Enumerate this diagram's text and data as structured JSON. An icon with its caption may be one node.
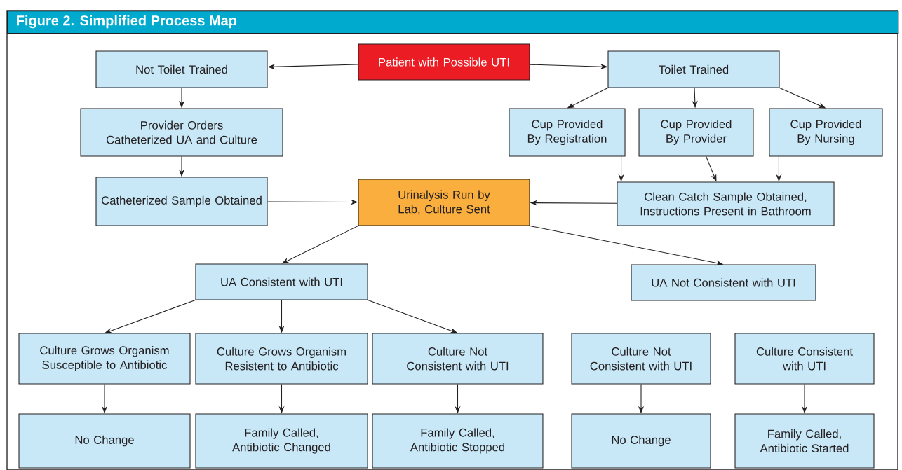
{
  "diagram": {
    "title": "Figure 2. Simplified Process Map",
    "nodes": [
      {
        "text": [
          "Patient with Possible UTI"
        ]
      },
      {
        "text": [
          "Not Toilet Trained"
        ]
      },
      {
        "text": [
          "Toilet Trained"
        ]
      },
      {
        "text": [
          "Provider Orders Catheterized UA and Culture"
        ]
      },
      {
        "text": [
          "Cup Provided By Registration"
        ]
      },
      {
        "text": [
          "Cup Provided By Provider"
        ]
      },
      {
        "text": [
          "Cup Provided By Nursing"
        ]
      },
      {
        "text": [
          "Catheterized Sample Obtained"
        ]
      },
      {
        "text": [
          "Urinalysis Run by Lab, Culture Sent"
        ]
      },
      {
        "text": [
          "Clean Catch Sample Obtained, Instructions Present in Bathroom"
        ]
      },
      {
        "text": [
          "UA Consistent with UTI"
        ]
      },
      {
        "text": [
          "UA Not Consistent with UTI"
        ]
      },
      {
        "text": [
          "Culture Grows Organism Susceptible to Antibiotic"
        ]
      },
      {
        "text": [
          "Culture Grows Organism Resistent to Antibiotic"
        ]
      },
      {
        "text": [
          "Culture Not Consistent with UTI"
        ]
      },
      {
        "text": [
          "Culture Not Consistent with UTI"
        ]
      },
      {
        "text": [
          "Culture Consistent with UTI"
        ]
      },
      {
        "text": [
          "No Change"
        ]
      },
      {
        "text": [
          "Family Called, Antibiotic Changed"
        ]
      },
      {
        "text": [
          "Family Called, Antibiotic Stopped"
        ]
      },
      {
        "text": [
          "No Change"
        ]
      },
      {
        "text": [
          "Family Called, Antibiotic Started"
        ]
      }
    ],
    "edges": [
      {
        "from": 0,
        "to": 1,
        "arrow": "to"
      },
      {
        "from": 0,
        "to": 2,
        "arrow": "to"
      },
      {
        "from": 1,
        "to": 3,
        "arrow": "to"
      },
      {
        "from": 3,
        "to": 7,
        "arrow": "to"
      },
      {
        "from": 2,
        "to": 4,
        "arrow": "to"
      },
      {
        "from": 2,
        "to": 5,
        "arrow": "to"
      },
      {
        "from": 2,
        "to": 6,
        "arrow": "to"
      },
      {
        "from": 4,
        "to": 9,
        "arrow": "to"
      },
      {
        "from": 5,
        "to": 9,
        "arrow": "to"
      },
      {
        "from": 6,
        "to": 9,
        "arrow": "to"
      },
      {
        "from": 7,
        "to": 8,
        "arrow": "to"
      },
      {
        "from": 9,
        "to": 8,
        "arrow": "to"
      },
      {
        "from": 8,
        "to": 10,
        "arrow": "to"
      },
      {
        "from": 8,
        "to": 11,
        "arrow": "to"
      },
      {
        "from": 10,
        "to": 12,
        "arrow": "to"
      },
      {
        "from": 10,
        "to": 13,
        "arrow": "to"
      },
      {
        "from": 10,
        "to": 14,
        "arrow": "to"
      },
      {
        "from": 12,
        "to": 17,
        "arrow": "to"
      },
      {
        "from": 13,
        "to": 18,
        "arrow": "to"
      },
      {
        "from": 14,
        "to": 19,
        "arrow": "to"
      },
      {
        "from": 15,
        "to": 20,
        "arrow": "to"
      },
      {
        "from": 16,
        "to": 21,
        "arrow": "to"
      }
    ]
  }
}
